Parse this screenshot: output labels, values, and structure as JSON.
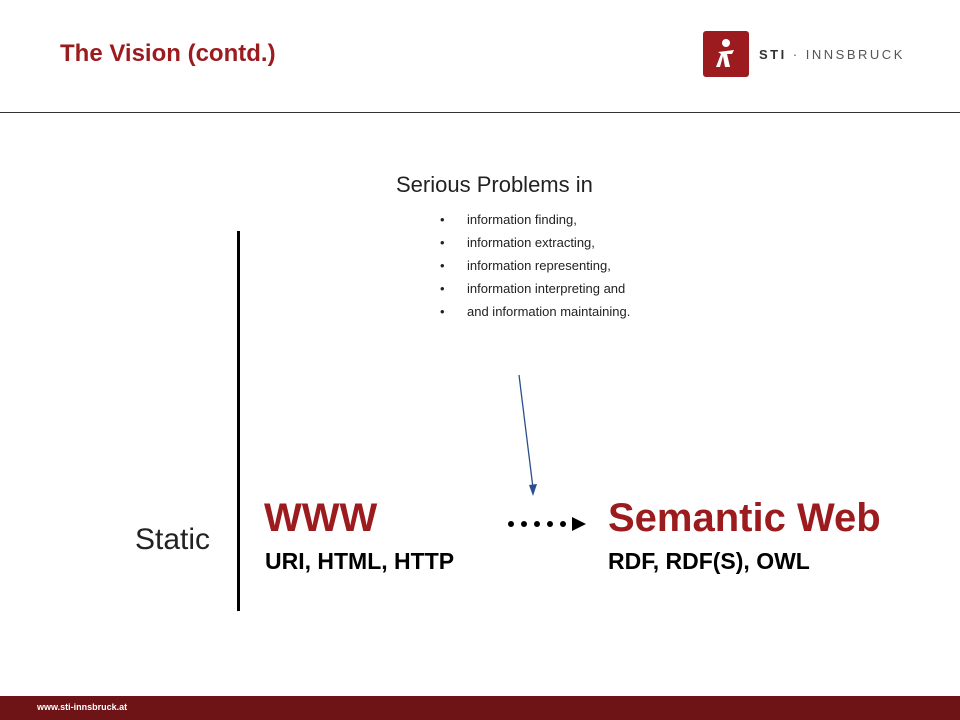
{
  "slide": {
    "title": "The Vision (contd.)"
  },
  "logo": {
    "brand": "STI",
    "separator": " · ",
    "name": "INNSBRUCK",
    "icon": "sti-logo-figure-icon",
    "color": "#9b1b1f"
  },
  "problems": {
    "heading": "Serious Problems in",
    "bullet": "•",
    "items": [
      "information finding,",
      "information extracting,",
      "information representing,",
      "information interpreting and",
      "and information maintaining."
    ]
  },
  "axis": {
    "label": "Static"
  },
  "www": {
    "title": "WWW",
    "subtitle": "URI, HTML, HTTP"
  },
  "semantic_web": {
    "title": "Semantic Web",
    "subtitle": "RDF, RDF(S), OWL"
  },
  "transition": {
    "icon": "dotted-right-arrow-icon",
    "pointer_icon": "down-arrow-icon",
    "pointer_color": "#2b4f8c"
  },
  "footer": {
    "url": "www.sti-innsbruck.at",
    "color": "#6e1416"
  },
  "colors": {
    "accent": "#9b1b1f",
    "text": "#222222"
  }
}
